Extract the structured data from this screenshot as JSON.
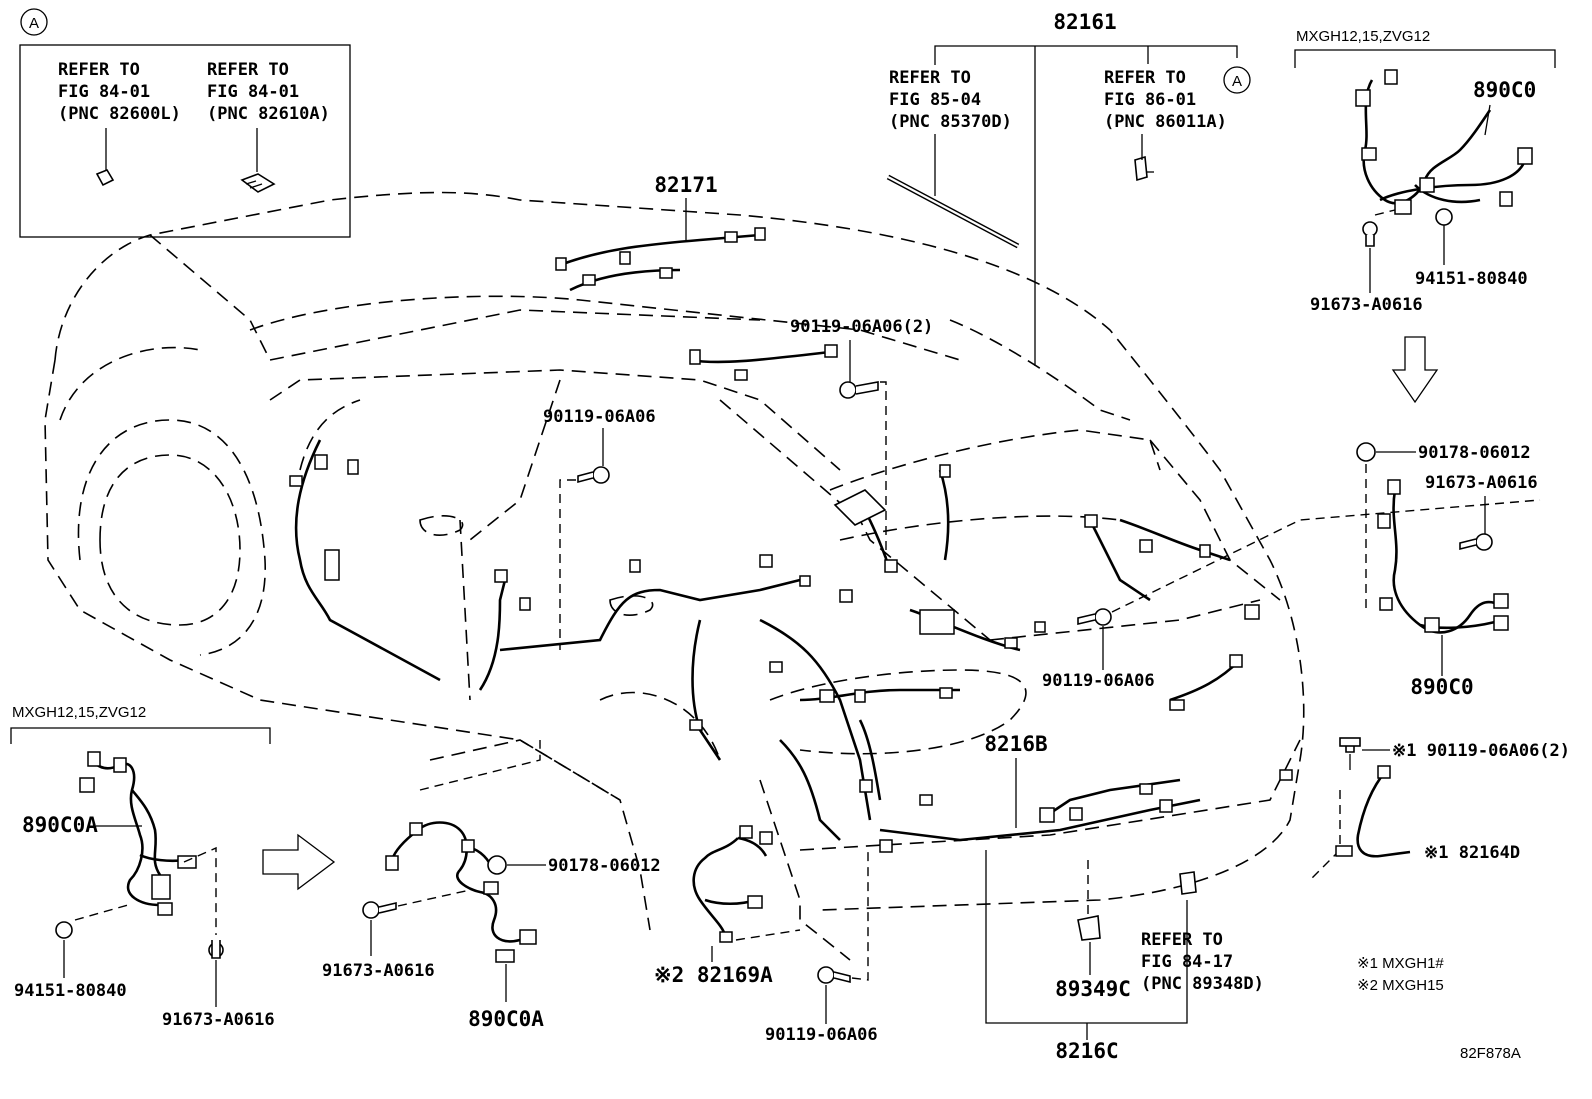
{
  "callout_a": "A",
  "inset_a": {
    "ref1": [
      "REFER TO",
      "FIG 84-01",
      "(PNC 82600L)"
    ],
    "ref2": [
      "REFER TO",
      "FIG 84-01",
      "(PNC 82610A)"
    ]
  },
  "top": {
    "p82161": "82161",
    "p82171": "82171",
    "ref85": [
      "REFER TO",
      "FIG 85-04",
      "(PNC 85370D)"
    ],
    "ref86": [
      "REFER TO",
      "FIG 86-01",
      "(PNC 86011A)"
    ],
    "bolt_top_2": "90119-06A06(2)",
    "bolt_left": "90119-06A06",
    "bolt_right": "90119-06A06"
  },
  "right_panel": {
    "header": "MXGH12,15,ZVG12",
    "p890c0_top": "890C0",
    "p94151": "94151-80840",
    "p91673_top": "91673-A0616",
    "p90178": "90178-06012",
    "p91673_mid": "91673-A0616",
    "p890c0_bot": "890C0",
    "p90119_2": "※1 90119-06A06(2)",
    "p82164d": "※1 82164D"
  },
  "left_panel": {
    "header": "MXGH12,15,ZVG12",
    "p890c0a": "890C0A",
    "p94151": "94151-80840",
    "p91673": "91673-A0616"
  },
  "bottom": {
    "p90178": "90178-06012",
    "p91673": "91673-A0616",
    "p890c0a": "890C0A",
    "p82169a": "※2 82169A",
    "p90119": "90119-06A06",
    "p8216b": "8216B",
    "p89349c": "89349C",
    "ref84": [
      "REFER TO",
      "FIG 84-17",
      "(PNC 89348D)"
    ],
    "p8216c": "8216C"
  },
  "notes": [
    "※1 MXGH1#",
    "※2 MXGH15"
  ],
  "code": "82F878A"
}
